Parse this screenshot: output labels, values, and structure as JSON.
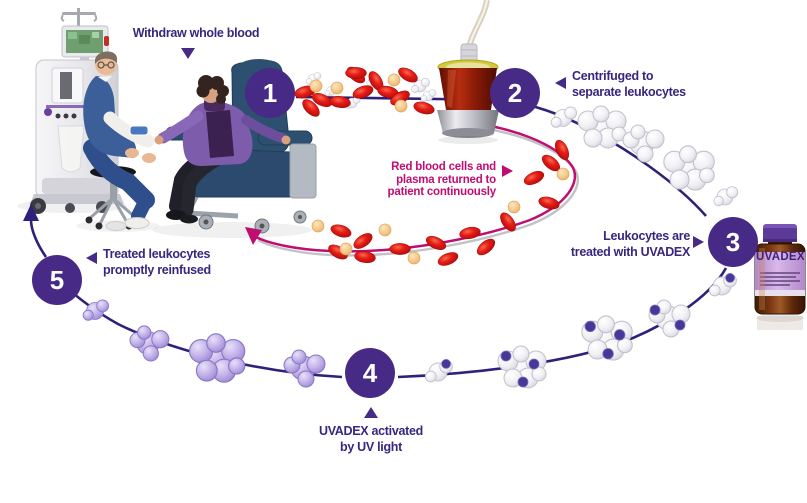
{
  "diagram": {
    "steps": [
      {
        "number": "1",
        "label": "Withdraw whole blood"
      },
      {
        "number": "2",
        "label": "Centrifuged to\nseparate leukocytes"
      },
      {
        "number": "3",
        "label": "Leukocytes are\ntreated with UVADEX"
      },
      {
        "number": "4",
        "label": "UVADEX activated\nby UV light"
      },
      {
        "number": "5",
        "label": "Treated leukocytes\npromptly reinfused"
      }
    ],
    "center_note": "Red blood cells and\nplasma returned to\npatient continuously",
    "vial_label": "UVADEX",
    "colors": {
      "step_circle_purple": "#472a85",
      "label_purple": "#38267f",
      "note_magenta": "#c00d72",
      "outer_loop_purple": "#2f2079",
      "inner_loop_magenta": "#bf0e72",
      "rbc_red": "#e01414",
      "plasma_tan": "#f3c98c",
      "leukocyte_white": "#f2f2f4",
      "treated_leukocyte_lavender": "#b7a8e2",
      "uvadex_dot_purple": "#473897"
    }
  }
}
